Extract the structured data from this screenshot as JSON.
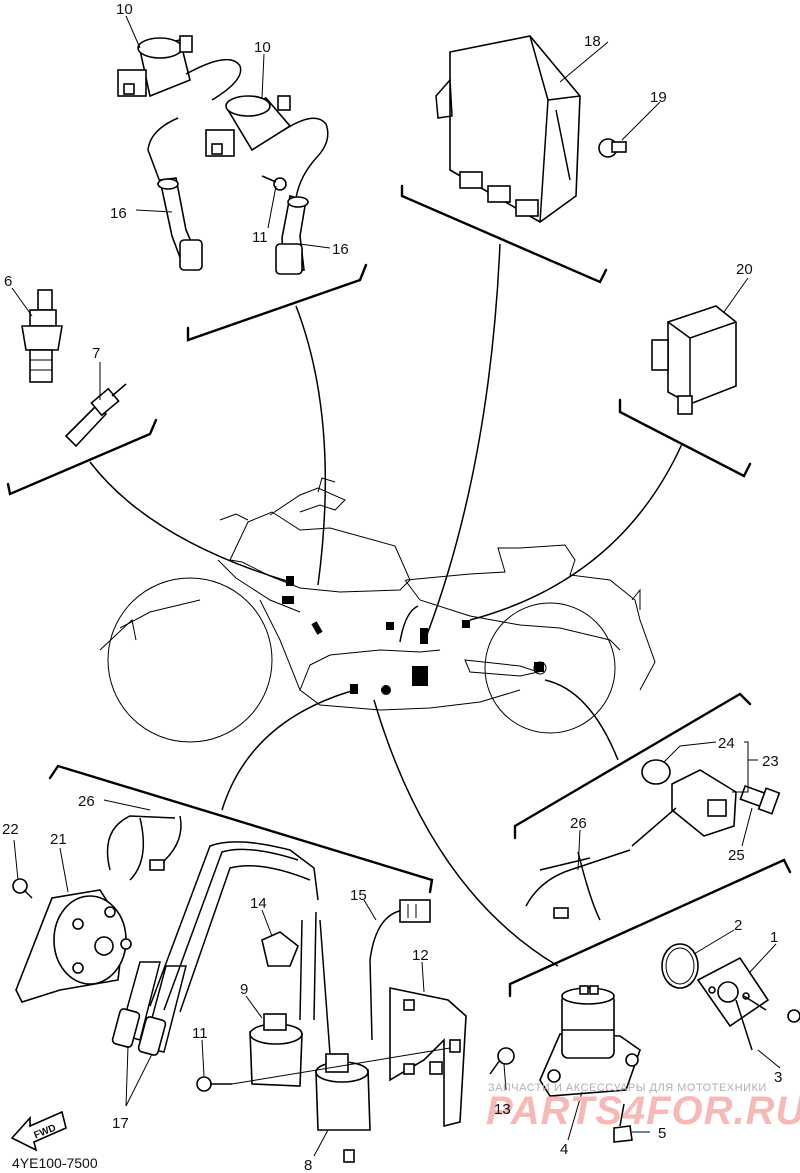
{
  "catalog_number": "4YE100-7500",
  "fwd_label": "FWD",
  "watermark": {
    "top": "ЗАПЧАСТИ И АКСЕССУАРЫ ДЛЯ МОТОТЕХНИКИ",
    "main": "PARTS4FOR.RU"
  },
  "callouts": {
    "c10a": "10",
    "c10b": "10",
    "c16a": "16",
    "c16b": "16",
    "c11a": "11",
    "c18": "18",
    "c19": "19",
    "c20": "20",
    "c6": "6",
    "c7": "7",
    "c24": "24",
    "c23": "23",
    "c26a": "26",
    "c25": "25",
    "c26b": "26",
    "c22": "22",
    "c21": "21",
    "c14": "14",
    "c15": "15",
    "c12": "12",
    "c9": "9",
    "c11b": "11",
    "c17": "17",
    "c8": "8",
    "c2": "2",
    "c1": "1",
    "c3": "3",
    "c13": "13",
    "c4": "4",
    "c5": "5"
  }
}
